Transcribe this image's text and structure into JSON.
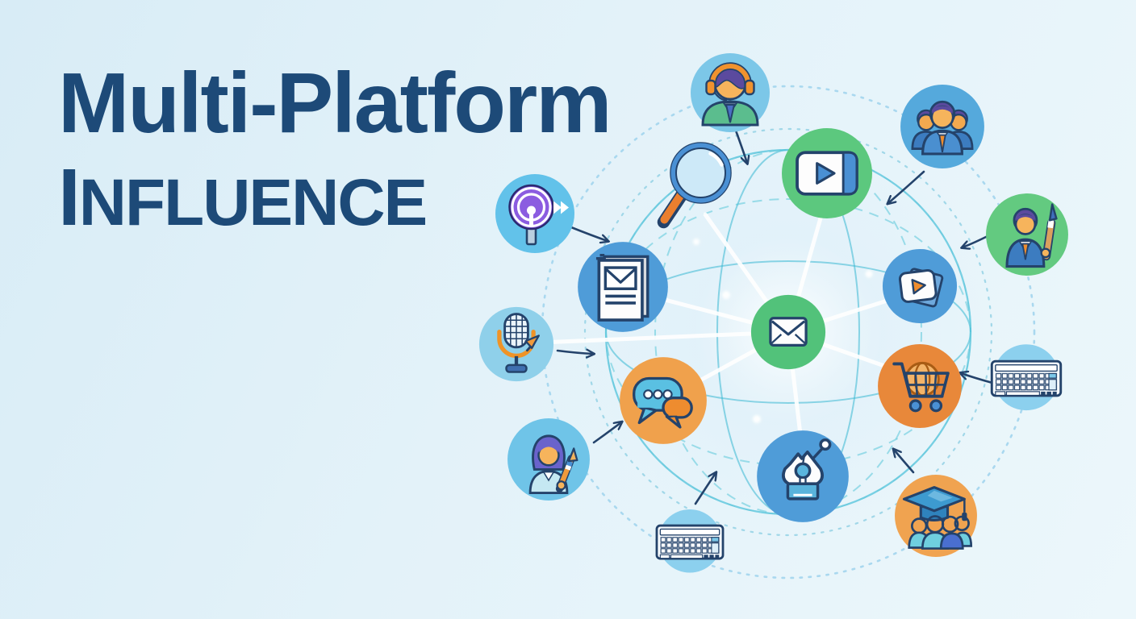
{
  "title": {
    "line1": "Multi-Platform",
    "line2": "Influence"
  },
  "colors": {
    "background_start": "#d8ecf6",
    "background_end": "#ecf7fb",
    "title_navy": "#1d4a78",
    "outline_navy": "#24436b",
    "globe_teal": "#46bdd6",
    "globe_teal_light": "#7fd4e6",
    "orbit_dotted": "#a5d6ee",
    "spoke_white": "#ffffff",
    "arrow_navy": "#24436b",
    "light_blue_circle": "#7cc7e8",
    "blue_circle": "#4f9cd8",
    "green_circle": "#5cc87e",
    "orange_circle": "#e8883a",
    "orange_circle_light": "#f0a14c"
  },
  "hub": {
    "id": "email-hub",
    "icon": "email-envelope-icon"
  },
  "nodes": [
    {
      "id": "email-hub",
      "icon": "email-envelope-icon",
      "color": "#52c27a"
    },
    {
      "id": "headset-listener",
      "icon": "headset-person-icon",
      "color": "#7cc7e8"
    },
    {
      "id": "video-player",
      "icon": "video-player-icon",
      "color": "#5cc87e"
    },
    {
      "id": "audience-group",
      "icon": "audience-group-icon",
      "color": "#55a9dc"
    },
    {
      "id": "artist-with-brush",
      "icon": "artist-paintbrush-icon",
      "color": "#63ca80"
    },
    {
      "id": "video-stack",
      "icon": "video-reels-icon",
      "color": "#4f9cd8"
    },
    {
      "id": "podcast",
      "icon": "podcast-icon",
      "color": "#62c2ea"
    },
    {
      "id": "newsletter",
      "icon": "newsletter-email-icon",
      "color": "#4f9cd8"
    },
    {
      "id": "microphone",
      "icon": "microphone-icon",
      "color": "#8fd0ea"
    },
    {
      "id": "chat",
      "icon": "chat-bubbles-icon",
      "color": "#f0a14c"
    },
    {
      "id": "ecommerce-cart",
      "icon": "cart-globe-icon",
      "color": "#e8883a"
    },
    {
      "id": "keyboard-right",
      "icon": "keyboard-icon",
      "color": "#8cd0ee"
    },
    {
      "id": "writer-woman",
      "icon": "writer-pen-icon",
      "color": "#6fc4e8"
    },
    {
      "id": "pen-tool",
      "icon": "pen-tool-icon",
      "color": "#4f9cd8"
    },
    {
      "id": "education-group",
      "icon": "graduation-cap-students-icon",
      "color": "#f0a350"
    },
    {
      "id": "keyboard-bottom",
      "icon": "keyboard-icon",
      "color": "#8cd0ee"
    },
    {
      "id": "magnifier",
      "icon": "magnifying-glass-icon",
      "color": ""
    }
  ],
  "decorations": {
    "hub_spokes": 8,
    "icons": [
      "network-globe-wireframe",
      "dotted-orbit-ring",
      "connection-spoke-lines",
      "flow-arrows",
      "fast-forward-icon",
      "cursor-arrow-icon",
      "glow-dots"
    ]
  }
}
